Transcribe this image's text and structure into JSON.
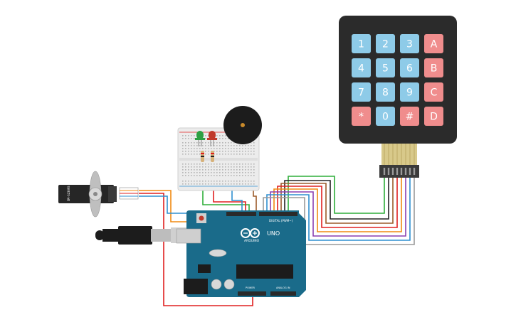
{
  "keypad": {
    "rows": [
      [
        {
          "label": "1",
          "type": "num"
        },
        {
          "label": "2",
          "type": "num"
        },
        {
          "label": "3",
          "type": "num"
        },
        {
          "label": "A",
          "type": "letter"
        }
      ],
      [
        {
          "label": "4",
          "type": "num"
        },
        {
          "label": "5",
          "type": "num"
        },
        {
          "label": "6",
          "type": "num"
        },
        {
          "label": "B",
          "type": "letter"
        }
      ],
      [
        {
          "label": "7",
          "type": "num"
        },
        {
          "label": "8",
          "type": "num"
        },
        {
          "label": "9",
          "type": "num"
        },
        {
          "label": "C",
          "type": "letter"
        }
      ],
      [
        {
          "label": "*",
          "type": "symbol"
        },
        {
          "label": "0",
          "type": "num"
        },
        {
          "label": "#",
          "type": "symbol"
        },
        {
          "label": "D",
          "type": "letter"
        }
      ]
    ],
    "colors": {
      "num": "#8ecbe8",
      "letter": "#f08d8d",
      "symbol": "#f08d8d",
      "body": "#2b2b2b",
      "text": "#ffffff"
    }
  },
  "arduino": {
    "brand": "ARDUINO",
    "model": "UNO",
    "digital_label": "DIGITAL (PWM~)",
    "power_label": "POWER",
    "analog_label": "ANALOG IN",
    "board_color": "#1a6b8a"
  },
  "servo": {
    "label": "SM-S2309S"
  },
  "leds": [
    {
      "name": "green-led",
      "color": "#2ea043"
    },
    {
      "name": "red-led",
      "color": "#c0392b"
    }
  ],
  "wire_colors": {
    "red": "#e02020",
    "orange": "#f08a12",
    "blue": "#2f8fd0",
    "green": "#2fae3a",
    "black": "#222222",
    "brown": "#9b5a2a",
    "purple": "#8a3fb0",
    "gray": "#9a9a9a",
    "yellow": "#e5c01a"
  }
}
